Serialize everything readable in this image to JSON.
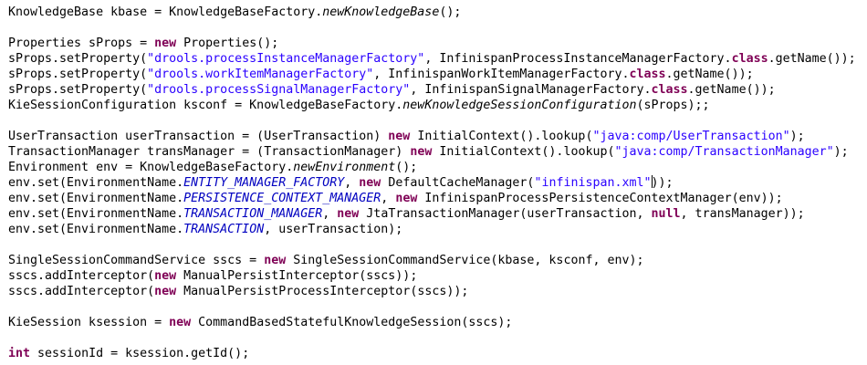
{
  "editor": {
    "lines": [
      [
        {
          "t": "KnowledgeBase kbase = KnowledgeBaseFactory."
        },
        {
          "t": "newKnowledgeBase",
          "c": "it"
        },
        {
          "t": "();"
        }
      ],
      [],
      [
        {
          "t": "Properties sProps = "
        },
        {
          "t": "new",
          "c": "kw"
        },
        {
          "t": " Properties();"
        }
      ],
      [
        {
          "t": "sProps.setProperty("
        },
        {
          "t": "\"drools.processInstanceManagerFactory\"",
          "c": "str"
        },
        {
          "t": ", InfinispanProcessInstanceManagerFactory."
        },
        {
          "t": "class",
          "c": "kw"
        },
        {
          "t": ".getName());"
        }
      ],
      [
        {
          "t": "sProps.setProperty("
        },
        {
          "t": "\"drools.workItemManagerFactory\"",
          "c": "str"
        },
        {
          "t": ", InfinispanWorkItemManagerFactory."
        },
        {
          "t": "class",
          "c": "kw"
        },
        {
          "t": ".getName());"
        }
      ],
      [
        {
          "t": "sProps.setProperty("
        },
        {
          "t": "\"drools.processSignalManagerFactory\"",
          "c": "str"
        },
        {
          "t": ", InfinispanSignalManagerFactory."
        },
        {
          "t": "class",
          "c": "kw"
        },
        {
          "t": ".getName());"
        }
      ],
      [
        {
          "t": "KieSessionConfiguration ksconf = KnowledgeBaseFactory."
        },
        {
          "t": "newKnowledgeSessionConfiguration",
          "c": "it"
        },
        {
          "t": "(sProps);;"
        }
      ],
      [],
      [
        {
          "t": "UserTransaction userTransaction = (UserTransaction) "
        },
        {
          "t": "new",
          "c": "kw"
        },
        {
          "t": " InitialContext().lookup("
        },
        {
          "t": "\"java:comp/UserTransaction\"",
          "c": "str"
        },
        {
          "t": ");"
        }
      ],
      [
        {
          "t": "TransactionManager transManager = (TransactionManager) "
        },
        {
          "t": "new",
          "c": "kw"
        },
        {
          "t": " InitialContext().lookup("
        },
        {
          "t": "\"java:comp/TransactionManager\"",
          "c": "str"
        },
        {
          "t": ");"
        }
      ],
      [
        {
          "t": "Environment env = KnowledgeBaseFactory."
        },
        {
          "t": "newEnvironment",
          "c": "it"
        },
        {
          "t": "();"
        }
      ],
      [
        {
          "t": "env.set(EnvironmentName."
        },
        {
          "t": "ENTITY_MANAGER_FACTORY",
          "c": "st"
        },
        {
          "t": ", "
        },
        {
          "t": "new",
          "c": "kw"
        },
        {
          "t": " DefaultCacheManager("
        },
        {
          "t": "\"infinispan.xml\"",
          "c": "str"
        },
        {
          "caret": true
        },
        {
          "t": "));"
        }
      ],
      [
        {
          "t": "env.set(EnvironmentName."
        },
        {
          "t": "PERSISTENCE_CONTEXT_MANAGER",
          "c": "st"
        },
        {
          "t": ", "
        },
        {
          "t": "new",
          "c": "kw"
        },
        {
          "t": " InfinispanProcessPersistenceContextManager(env));"
        }
      ],
      [
        {
          "t": "env.set(EnvironmentName."
        },
        {
          "t": "TRANSACTION_MANAGER",
          "c": "st"
        },
        {
          "t": ", "
        },
        {
          "t": "new",
          "c": "kw"
        },
        {
          "t": " JtaTransactionManager(userTransaction, "
        },
        {
          "t": "null",
          "c": "kw"
        },
        {
          "t": ", transManager));"
        }
      ],
      [
        {
          "t": "env.set(EnvironmentName."
        },
        {
          "t": "TRANSACTION",
          "c": "st"
        },
        {
          "t": ", userTransaction);"
        }
      ],
      [],
      [
        {
          "t": "SingleSessionCommandService sscs = "
        },
        {
          "t": "new",
          "c": "kw"
        },
        {
          "t": " SingleSessionCommandService(kbase, ksconf, env);"
        }
      ],
      [
        {
          "t": "sscs.addInterceptor("
        },
        {
          "t": "new",
          "c": "kw"
        },
        {
          "t": " ManualPersistInterceptor(sscs));"
        }
      ],
      [
        {
          "t": "sscs.addInterceptor("
        },
        {
          "t": "new",
          "c": "kw"
        },
        {
          "t": " ManualPersistProcessInterceptor(sscs));"
        }
      ],
      [],
      [
        {
          "t": "KieSession ksession = "
        },
        {
          "t": "new",
          "c": "kw"
        },
        {
          "t": " CommandBasedStatefulKnowledgeSession(sscs);"
        }
      ],
      [],
      [
        {
          "t": "int",
          "c": "kw"
        },
        {
          "t": " sessionId = ksession.getId();"
        }
      ]
    ]
  }
}
